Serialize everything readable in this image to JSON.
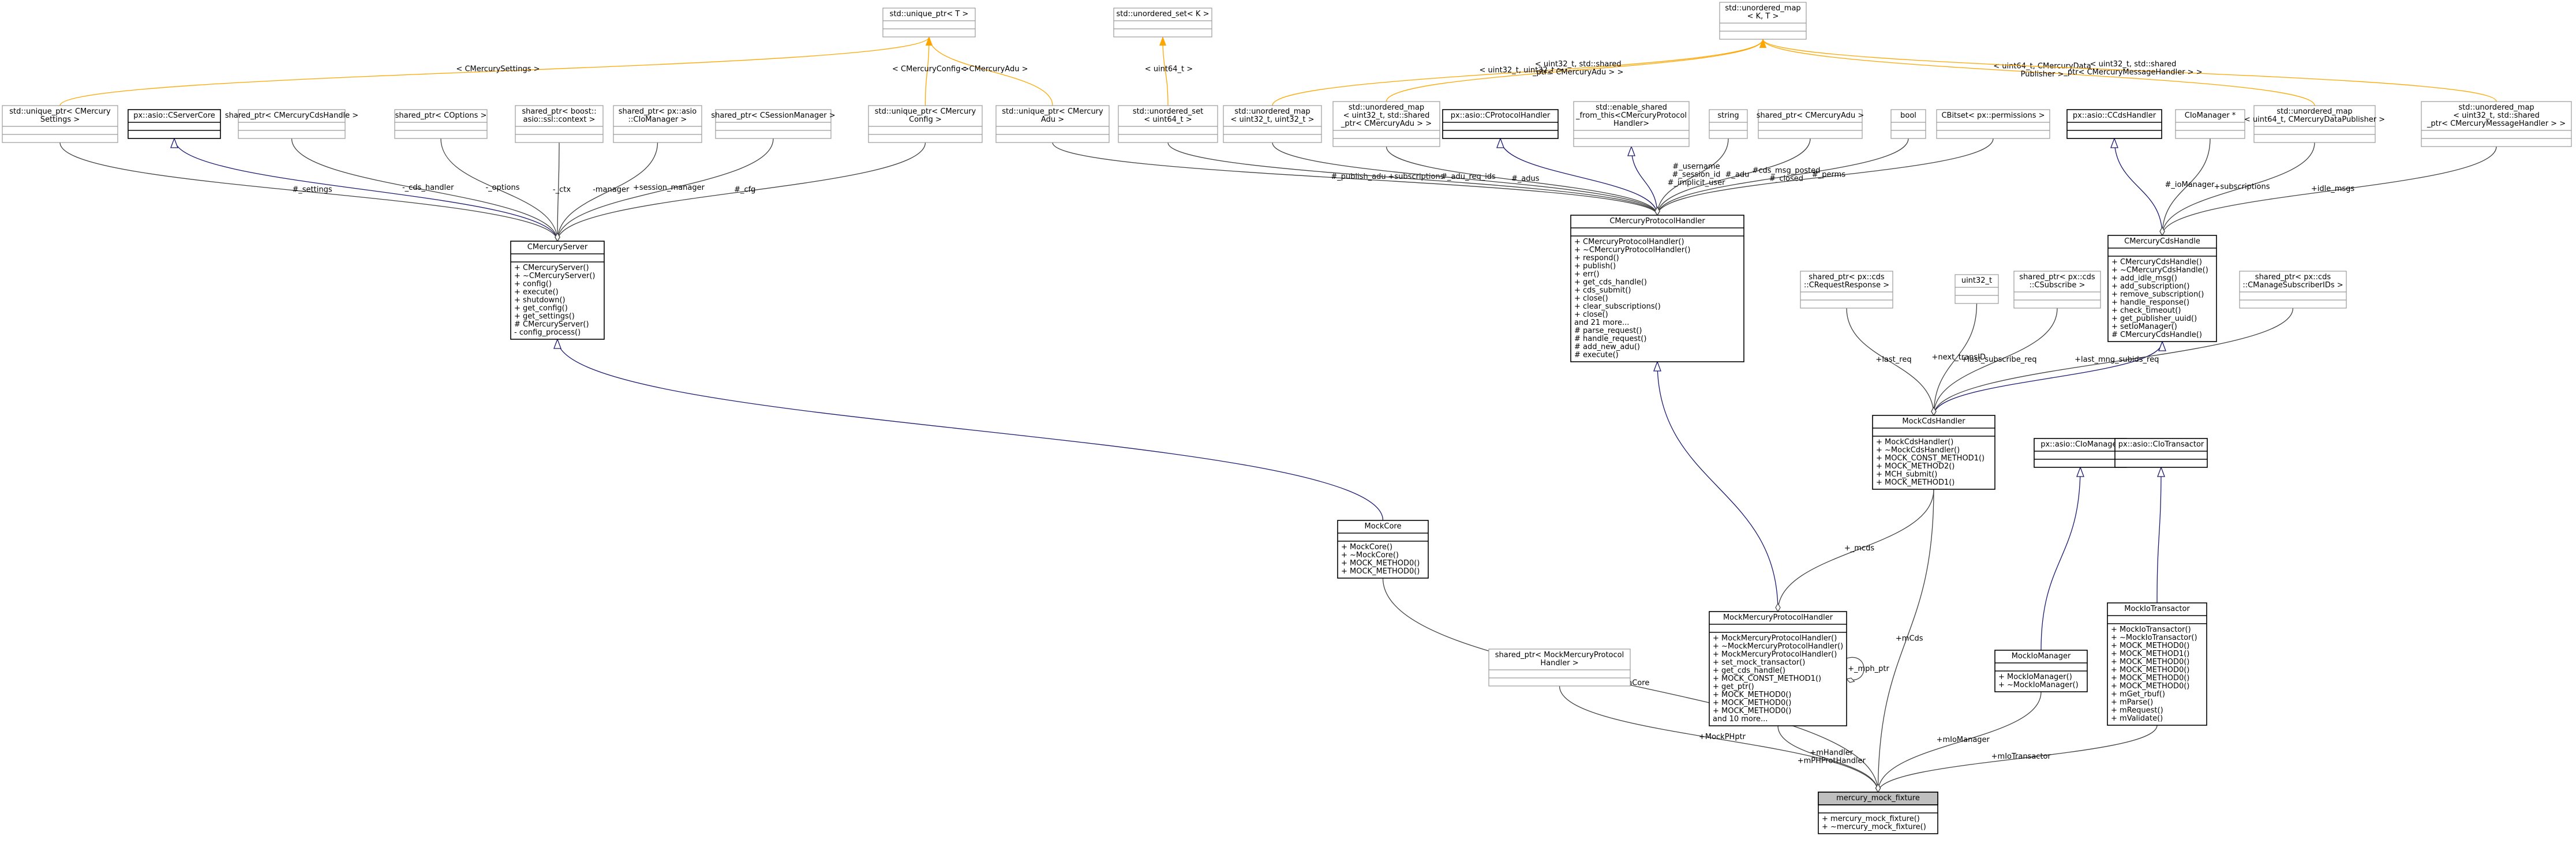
{
  "colors": {
    "composition": "#404040",
    "inheritance": "#191970",
    "template": "#ffa500",
    "highlight_fill": "#bfbfbf"
  },
  "nodes": [
    {
      "id": "unique_ptr_T",
      "title": [
        "std::unique_ptr< T >"
      ],
      "members": []
    },
    {
      "id": "unordered_set_K",
      "title": [
        "std::unordered_set< K >"
      ],
      "members": []
    },
    {
      "id": "unordered_map_KT",
      "title": [
        "std::unordered_map",
        "< K, T >"
      ],
      "members": []
    },
    {
      "id": "uptr_settings",
      "title": [
        "std::unique_ptr< CMercury",
        "Settings >"
      ],
      "members": []
    },
    {
      "id": "cservercore",
      "title": [
        "px::asio::CServerCore"
      ],
      "members": []
    },
    {
      "id": "sp_cdshandle",
      "title": [
        "shared_ptr< CMercuryCdsHandle >"
      ],
      "members": []
    },
    {
      "id": "sp_coptions",
      "title": [
        "shared_ptr< COptions >"
      ],
      "members": []
    },
    {
      "id": "sp_sslctx",
      "title": [
        "shared_ptr< boost::",
        "asio::ssl::context >"
      ],
      "members": []
    },
    {
      "id": "sp_ciomanager",
      "title": [
        "shared_ptr< px::asio",
        "::CIoManager >"
      ],
      "members": []
    },
    {
      "id": "sp_csession",
      "title": [
        "shared_ptr< CSessionManager >"
      ],
      "members": []
    },
    {
      "id": "uptr_config",
      "title": [
        "std::unique_ptr< CMercury",
        "Config >"
      ],
      "members": []
    },
    {
      "id": "uptr_adu",
      "title": [
        "std::unique_ptr< CMercury",
        "Adu >"
      ],
      "members": []
    },
    {
      "id": "uset_u64",
      "title": [
        "std::unordered_set",
        "< uint64_t >"
      ],
      "members": []
    },
    {
      "id": "umap_u32u32",
      "title": [
        "std::unordered_map",
        "< uint32_t, uint32_t >"
      ],
      "members": []
    },
    {
      "id": "umap_u32adu",
      "title": [
        "std::unordered_map",
        "< uint32_t, std::shared",
        "_ptr< CMercuryAdu > >"
      ],
      "members": []
    },
    {
      "id": "cprotocolhandler",
      "title": [
        "px::asio::CProtocolHandler"
      ],
      "members": []
    },
    {
      "id": "enable_shared",
      "title": [
        "std::enable_shared",
        "_from_this<CMercuryProtocol",
        "Handler>"
      ],
      "members": []
    },
    {
      "id": "string",
      "title": [
        "string"
      ],
      "members": []
    },
    {
      "id": "sp_cmercuryadu",
      "title": [
        "shared_ptr< CMercuryAdu >"
      ],
      "members": []
    },
    {
      "id": "bool",
      "title": [
        "bool"
      ],
      "members": []
    },
    {
      "id": "cbitset",
      "title": [
        "CBitset< px::permissions >"
      ],
      "members": []
    },
    {
      "id": "ccdshandler",
      "title": [
        "px::asio::CCdsHandler"
      ],
      "members": []
    },
    {
      "id": "ciomanager_ptr",
      "title": [
        "CIoManager *"
      ],
      "members": []
    },
    {
      "id": "umap_u64pub",
      "title": [
        "std::unordered_map",
        "< uint64_t, CMercuryDataPublisher >"
      ],
      "members": []
    },
    {
      "id": "umap_u32msg",
      "title": [
        "std::unordered_map",
        "< uint32_t, std::shared",
        "_ptr< CMercuryMessageHandler > >"
      ],
      "members": []
    },
    {
      "id": "cmercuryserver",
      "title": [
        "CMercuryServer"
      ],
      "members": [
        "+ CMercuryServer()",
        "+ ~CMercuryServer()",
        "+ config()",
        "+ execute()",
        "+ shutdown()",
        "+ get_config()",
        "+ get_settings()",
        "# CMercuryServer()",
        "- config_process()"
      ]
    },
    {
      "id": "cmercuryprotocolhandler",
      "title": [
        "CMercuryProtocolHandler"
      ],
      "members": [
        "+ CMercuryProtocolHandler()",
        "+ ~CMercuryProtocolHandler()",
        "+ respond()",
        "+ publish()",
        "+ err()",
        "+ get_cds_handle()",
        "+ cds_submit()",
        "+ close()",
        "+ clear_subscriptions()",
        "+ close()",
        "and 21 more...",
        "# parse_request()",
        "# handle_request()",
        "# add_new_adu()",
        "# execute()"
      ]
    },
    {
      "id": "cmercurycdshandle",
      "title": [
        "CMercuryCdsHandle"
      ],
      "members": [
        "+ CMercuryCdsHandle()",
        "+ ~CMercuryCdsHandle()",
        "+ add_idle_msg()",
        "+ add_subscription()",
        "+ remove_subscription()",
        "+ handle_response()",
        "+ check_timeout()",
        "+ get_publisher_uuid()",
        "+ setIoManager()",
        "# CMercuryCdsHandle()"
      ]
    },
    {
      "id": "sp_crequestresponse",
      "title": [
        "shared_ptr< px::cds",
        "::CRequestResponse >"
      ],
      "members": []
    },
    {
      "id": "uint32",
      "title": [
        "uint32_t"
      ],
      "members": []
    },
    {
      "id": "sp_csubscribe",
      "title": [
        "shared_ptr< px::cds",
        "::CSubscribe >"
      ],
      "members": []
    },
    {
      "id": "sp_cmanagesub",
      "title": [
        "shared_ptr< px::cds",
        "::CManageSubscriberIDs >"
      ],
      "members": []
    },
    {
      "id": "mockcdshandler",
      "title": [
        "MockCdsHandler"
      ],
      "members": [
        "+ MockCdsHandler()",
        "+ ~MockCdsHandler()",
        "+ MOCK_CONST_METHOD1()",
        "+ MOCK_METHOD2()",
        "+ MCH_submit()",
        "+ MOCK_METHOD1()"
      ]
    },
    {
      "id": "px_ciomanager",
      "title": [
        "px::asio::CIoManager"
      ],
      "members": []
    },
    {
      "id": "px_ciotransactor",
      "title": [
        "px::asio::CIoTransactor"
      ],
      "members": []
    },
    {
      "id": "mockcore",
      "title": [
        "MockCore"
      ],
      "members": [
        "+ MockCore()",
        "+ ~MockCore()",
        "+ MOCK_METHOD0()",
        "+ MOCK_METHOD0()"
      ]
    },
    {
      "id": "sp_mockproto",
      "title": [
        "shared_ptr< MockMercuryProtocol",
        "Handler >"
      ],
      "members": []
    },
    {
      "id": "mockmercuryprotocolhandler",
      "title": [
        "MockMercuryProtocolHandler"
      ],
      "members": [
        "+ MockMercuryProtocolHandler()",
        "+ ~MockMercuryProtocolHandler()",
        "+ MockMercuryProtocolHandler()",
        "+ set_mock_transactor()",
        "+ get_cds_handle()",
        "+ MOCK_CONST_METHOD1()",
        "+ get_ptr()",
        "+ MOCK_METHOD0()",
        "+ MOCK_METHOD0()",
        "+ MOCK_METHOD0()",
        "and 10 more..."
      ]
    },
    {
      "id": "mockiomanager",
      "title": [
        "MockIoManager"
      ],
      "members": [
        "+ MockIoManager()",
        "+ ~MockIoManager()"
      ]
    },
    {
      "id": "mockiotransactor",
      "title": [
        "MockIoTransactor"
      ],
      "members": [
        "+ MockIoTransactor()",
        "+ ~MockIoTransactor()",
        "+ MOCK_METHOD0()",
        "+ MOCK_METHOD1()",
        "+ MOCK_METHOD0()",
        "+ MOCK_METHOD0()",
        "+ MOCK_METHOD0()",
        "+ MOCK_METHOD0()",
        "+ mGet_rbuf()",
        "+ mParse()",
        "+ mRequest()",
        "+ mValidate()"
      ]
    },
    {
      "id": "mercury_mock_fixture",
      "title": [
        "mercury_mock_fixture"
      ],
      "members": [
        "+ mercury_mock_fixture()",
        "+ ~mercury_mock_fixture()"
      ]
    }
  ],
  "edges": [
    {
      "from": "uptr_settings",
      "to": "unique_ptr_T",
      "kind": "template",
      "label": [
        "< CMercurySettings >"
      ]
    },
    {
      "from": "uptr_config",
      "to": "unique_ptr_T",
      "kind": "template",
      "label": [
        "< CMercuryConfig >"
      ]
    },
    {
      "from": "uptr_adu",
      "to": "unique_ptr_T",
      "kind": "template",
      "label": [
        "< CMercuryAdu >"
      ]
    },
    {
      "from": "uset_u64",
      "to": "unordered_set_K",
      "kind": "template",
      "label": [
        "< uint64_t >"
      ]
    },
    {
      "from": "umap_u32u32",
      "to": "unordered_map_KT",
      "kind": "template",
      "label": [
        "< uint32_t, uint32_t >"
      ]
    },
    {
      "from": "umap_u32adu",
      "to": "unordered_map_KT",
      "kind": "template",
      "label": [
        "< uint32_t, std::shared",
        "_ptr< CMercuryAdu > >"
      ]
    },
    {
      "from": "umap_u64pub",
      "to": "unordered_map_KT",
      "kind": "template",
      "label": [
        "< uint64_t, CMercuryData",
        "Publisher >"
      ]
    },
    {
      "from": "umap_u32msg",
      "to": "unordered_map_KT",
      "kind": "template",
      "label": [
        "< uint32_t, std::shared",
        "_ptr< CMercuryMessageHandler > >"
      ]
    },
    {
      "from": "cmercuryserver",
      "to": "cservercore",
      "kind": "inheritance",
      "label": []
    },
    {
      "from": "cmercuryserver",
      "to": "uptr_settings",
      "kind": "composition",
      "label": [
        "#_settings"
      ]
    },
    {
      "from": "cmercuryserver",
      "to": "sp_cdshandle",
      "kind": "composition",
      "label": [
        "-_cds_handler"
      ]
    },
    {
      "from": "cmercuryserver",
      "to": "sp_coptions",
      "kind": "composition",
      "label": [
        "-_options"
      ]
    },
    {
      "from": "cmercuryserver",
      "to": "sp_sslctx",
      "kind": "composition",
      "label": [
        "-_ctx"
      ]
    },
    {
      "from": "cmercuryserver",
      "to": "sp_ciomanager",
      "kind": "composition",
      "label": [
        "-manager"
      ]
    },
    {
      "from": "cmercuryserver",
      "to": "sp_csession",
      "kind": "composition",
      "label": [
        "+session_manager"
      ]
    },
    {
      "from": "cmercuryserver",
      "to": "uptr_config",
      "kind": "composition",
      "label": [
        "#_cfg"
      ]
    },
    {
      "from": "cmercuryprotocolhandler",
      "to": "uptr_adu",
      "kind": "composition",
      "label": [
        "#_publish_adu"
      ]
    },
    {
      "from": "cmercuryprotocolhandler",
      "to": "uset_u64",
      "kind": "composition",
      "label": [
        "+subscriptions"
      ]
    },
    {
      "from": "cmercuryprotocolhandler",
      "to": "umap_u32u32",
      "kind": "composition",
      "label": [
        "#_adu_req_ids"
      ]
    },
    {
      "from": "cmercuryprotocolhandler",
      "to": "umap_u32adu",
      "kind": "composition",
      "label": [
        "#_adus"
      ]
    },
    {
      "from": "cmercuryprotocolhandler",
      "to": "cprotocolhandler",
      "kind": "inheritance",
      "label": []
    },
    {
      "from": "cmercuryprotocolhandler",
      "to": "enable_shared",
      "kind": "inheritance",
      "label": []
    },
    {
      "from": "cmercuryprotocolhandler",
      "to": "string",
      "kind": "composition",
      "label": [
        "#_username",
        "#_session_id",
        "#_implicit_user"
      ]
    },
    {
      "from": "cmercuryprotocolhandler",
      "to": "sp_cmercuryadu",
      "kind": "composition",
      "label": [
        "#_adu"
      ]
    },
    {
      "from": "cmercuryprotocolhandler",
      "to": "bool",
      "kind": "composition",
      "label": [
        "#cds_msg_posted",
        "#_closed"
      ]
    },
    {
      "from": "cmercuryprotocolhandler",
      "to": "cbitset",
      "kind": "composition",
      "label": [
        "#_perms"
      ]
    },
    {
      "from": "cmercurycdshandle",
      "to": "ccdshandler",
      "kind": "inheritance",
      "label": []
    },
    {
      "from": "cmercurycdshandle",
      "to": "ciomanager_ptr",
      "kind": "composition",
      "label": [
        "#_ioManager"
      ]
    },
    {
      "from": "cmercurycdshandle",
      "to": "umap_u64pub",
      "kind": "composition",
      "label": [
        "+subscriptions"
      ]
    },
    {
      "from": "cmercurycdshandle",
      "to": "umap_u32msg",
      "kind": "composition",
      "label": [
        "+idle_msgs"
      ]
    },
    {
      "from": "mockcdshandler",
      "to": "cmercurycdshandle",
      "kind": "inheritance",
      "label": []
    },
    {
      "from": "mockcdshandler",
      "to": "sp_crequestresponse",
      "kind": "composition",
      "label": [
        "+last_req"
      ]
    },
    {
      "from": "mockcdshandler",
      "to": "uint32",
      "kind": "composition",
      "label": [
        "+next_transID"
      ]
    },
    {
      "from": "mockcdshandler",
      "to": "sp_csubscribe",
      "kind": "composition",
      "label": [
        "+last_subscribe_req"
      ]
    },
    {
      "from": "mockcdshandler",
      "to": "sp_cmanagesub",
      "kind": "composition",
      "label": [
        "+last_mng_subids_req"
      ]
    },
    {
      "from": "mockcore",
      "to": "cmercuryserver",
      "kind": "inheritance",
      "label": []
    },
    {
      "from": "mockmercuryprotocolhandler",
      "to": "cmercuryprotocolhandler",
      "kind": "inheritance",
      "label": []
    },
    {
      "from": "mockmercuryprotocolhandler",
      "to": "mockcdshandler",
      "kind": "composition",
      "label": [
        "+_mcds"
      ]
    },
    {
      "from": "mockmercuryprotocolhandler",
      "to": "mockmercuryprotocolhandler",
      "kind": "composition",
      "label": [
        "+_mph_ptr"
      ]
    },
    {
      "from": "mockiomanager",
      "to": "px_ciomanager",
      "kind": "inheritance",
      "label": []
    },
    {
      "from": "mockiotransactor",
      "to": "px_ciotransactor",
      "kind": "inheritance",
      "label": []
    },
    {
      "from": "mercury_mock_fixture",
      "to": "mockcore",
      "kind": "composition",
      "label": [
        "+mCore"
      ]
    },
    {
      "from": "mercury_mock_fixture",
      "to": "sp_mockproto",
      "kind": "composition",
      "label": [
        "+MockPHptr"
      ]
    },
    {
      "from": "mercury_mock_fixture",
      "to": "mockmercuryprotocolhandler",
      "kind": "composition",
      "label": [
        "+mHandler",
        "+mPHProtHandler"
      ]
    },
    {
      "from": "mercury_mock_fixture",
      "to": "mockcdshandler",
      "kind": "composition",
      "label": [
        "+mCds"
      ]
    },
    {
      "from": "mercury_mock_fixture",
      "to": "mockiomanager",
      "kind": "composition",
      "label": [
        "+mIoManager"
      ]
    },
    {
      "from": "mercury_mock_fixture",
      "to": "mockiotransactor",
      "kind": "composition",
      "label": [
        "+mIoTransactor"
      ]
    }
  ]
}
